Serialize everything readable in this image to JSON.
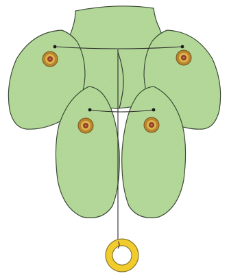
{
  "diagram": {
    "subject": "felt-puppet-pattern",
    "colors": {
      "felt_fill": "#b5d99a",
      "felt_stroke": "#3a4a36",
      "thread": "#2b2b2b",
      "button_outer": "#b8862e",
      "button_ring": "#e0b24a",
      "button_center": "#8a3f2c",
      "pull_ring": "#f2cc2c",
      "pull_ring_stroke": "#8a7a2a",
      "background": "#ffffff"
    },
    "parts": [
      {
        "name": "top-panel"
      },
      {
        "name": "upper-left-limb"
      },
      {
        "name": "upper-right-limb"
      },
      {
        "name": "lower-left-limb"
      },
      {
        "name": "lower-right-limb"
      }
    ],
    "buttons": [
      {
        "name": "button-upper-left"
      },
      {
        "name": "button-upper-right"
      },
      {
        "name": "button-lower-left"
      },
      {
        "name": "button-lower-right"
      }
    ],
    "pull_ring": {
      "name": "pull-ring"
    }
  }
}
